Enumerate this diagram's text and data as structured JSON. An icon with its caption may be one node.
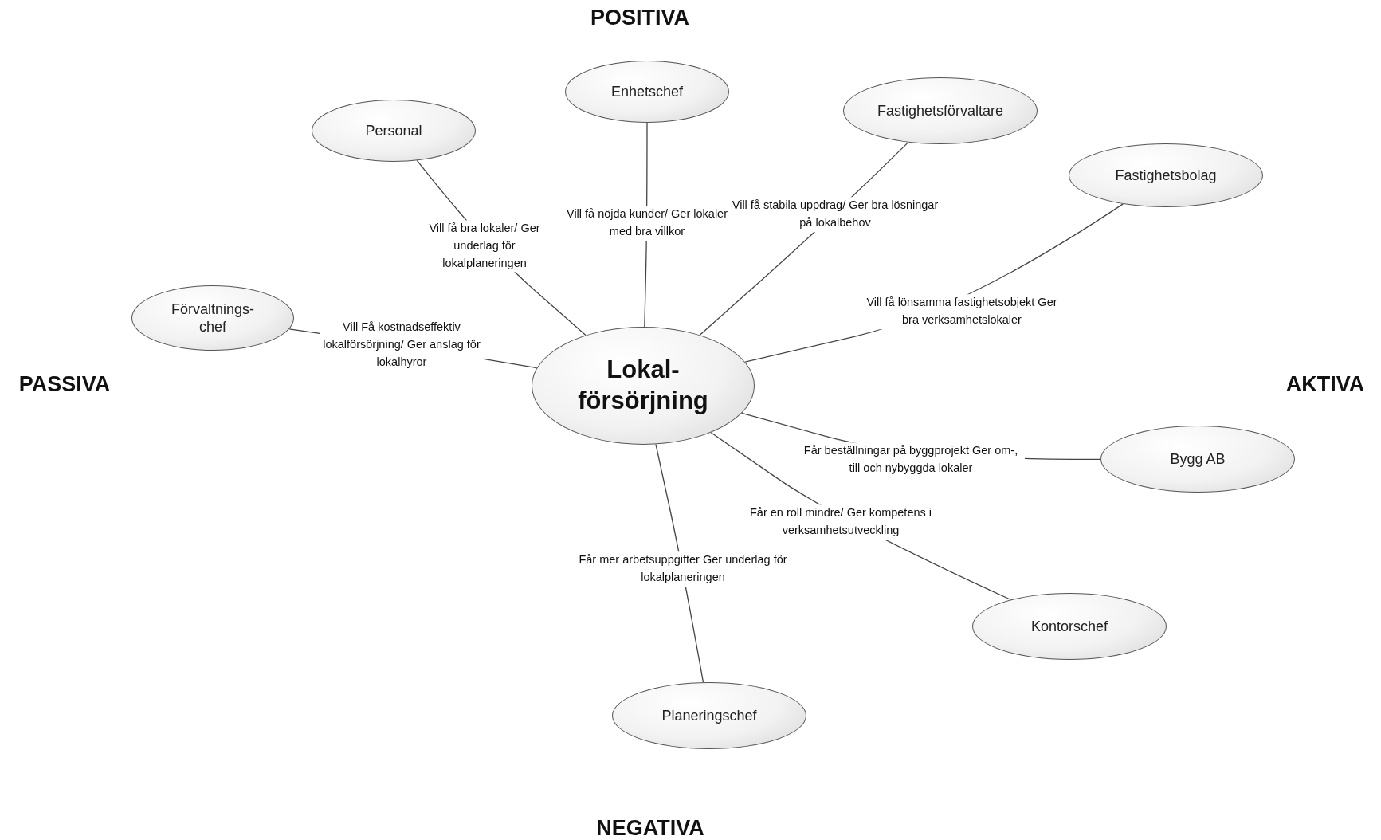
{
  "diagram": {
    "nodes": [
      {
        "text": [
          "Lokal-försörjning"
        ]
      },
      {
        "text": [
          "Personal"
        ]
      },
      {
        "text": [
          "Enhetschef"
        ]
      },
      {
        "text": [
          "Fastighetsförvaltare"
        ]
      },
      {
        "text": [
          "Fastighetsbolag"
        ]
      },
      {
        "text": [
          "Förvaltnings-chef"
        ]
      },
      {
        "text": [
          "Bygg AB"
        ]
      },
      {
        "text": [
          "Kontorschef"
        ]
      },
      {
        "text": [
          "Planeringschef"
        ]
      }
    ],
    "edges": [
      {
        "from": 1,
        "to": 0,
        "arrow": "none",
        "label": "Vill få bra lokaler/ Ger underlag för lokalplaneringen"
      },
      {
        "from": 2,
        "to": 0,
        "arrow": "none",
        "label": "Vill få nöjda kunder/ Ger lokaler med bra villkor"
      },
      {
        "from": 3,
        "to": 0,
        "arrow": "none",
        "label": "Vill få stabila uppdrag/ Ger bra lösningar på lokalbehov"
      },
      {
        "from": 4,
        "to": 0,
        "arrow": "none",
        "label": "Vill få lönsamma fastighetsobjekt Ger bra verksamhetslokaler"
      },
      {
        "from": 5,
        "to": 0,
        "arrow": "none",
        "label": "Vill Få kostnadseffektiv lokalförsörjning/ Ger anslag för lokalhyror"
      },
      {
        "from": 6,
        "to": 0,
        "arrow": "none",
        "label": "Får beställningar på byggprojekt Ger om-, till och nybyggda lokaler"
      },
      {
        "from": 7,
        "to": 0,
        "arrow": "none",
        "label": "Får en roll mindre/ Ger kompetens i verksamhetsutveckling"
      },
      {
        "from": 8,
        "to": 0,
        "arrow": "none",
        "label": "Får mer arbetsuppgifter Ger underlag för lokalplaneringen"
      }
    ],
    "labels": [
      "POSITIVA",
      "PASSIVA",
      "AKTIVA",
      "NEGATIVA"
    ]
  }
}
